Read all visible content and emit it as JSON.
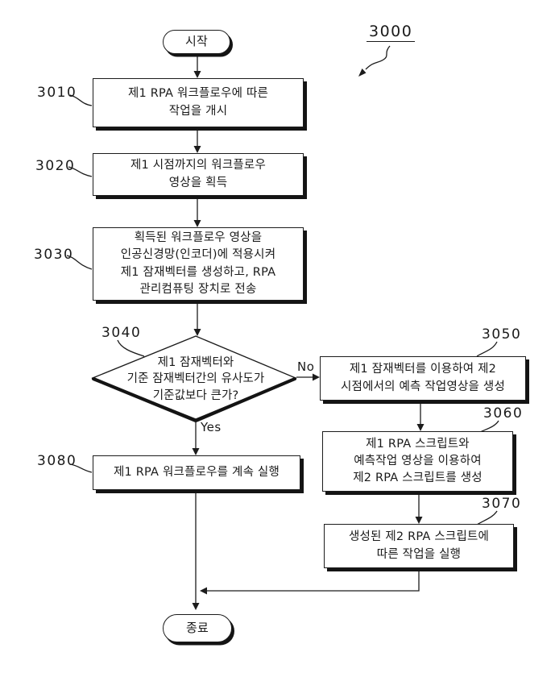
{
  "figure": {
    "ref_label": "3000",
    "terminal_start": "시작",
    "terminal_end": "종료",
    "branch_yes": "Yes",
    "branch_no": "No",
    "nodes": {
      "n3010": {
        "ref": "3010",
        "text": "제1 RPA 워크플로우에 따른\n작업을 개시"
      },
      "n3020": {
        "ref": "3020",
        "text": "제1 시점까지의 워크플로우\n영상을 획득"
      },
      "n3030": {
        "ref": "3030",
        "text": "획득된 워크플로우 영상을\n인공신경망(인코더)에 적용시켜\n제1 잠재벡터를 생성하고, RPA\n관리컴퓨팅 장치로 전송"
      },
      "n3040": {
        "ref": "3040",
        "text": "제1 잠재벡터와\n기준 잠재벡터간의 유사도가\n기준값보다 큰가?"
      },
      "n3050": {
        "ref": "3050",
        "text": "제1 잠재벡터를 이용하여 제2\n시점에서의 예측 작업영상을 생성"
      },
      "n3060": {
        "ref": "3060",
        "text": "제1 RPA 스크립트와\n예측작업 영상을 이용하여\n제2 RPA 스크립트를 생성"
      },
      "n3070": {
        "ref": "3070",
        "text": "생성된 제2 RPA 스크립트에\n따른 작업을 실행"
      },
      "n3080": {
        "ref": "3080",
        "text": "제1 RPA 워크플로우를 계속 실행"
      }
    },
    "colors": {
      "ink": "#1a1a1a",
      "paper": "#ffffff"
    }
  }
}
